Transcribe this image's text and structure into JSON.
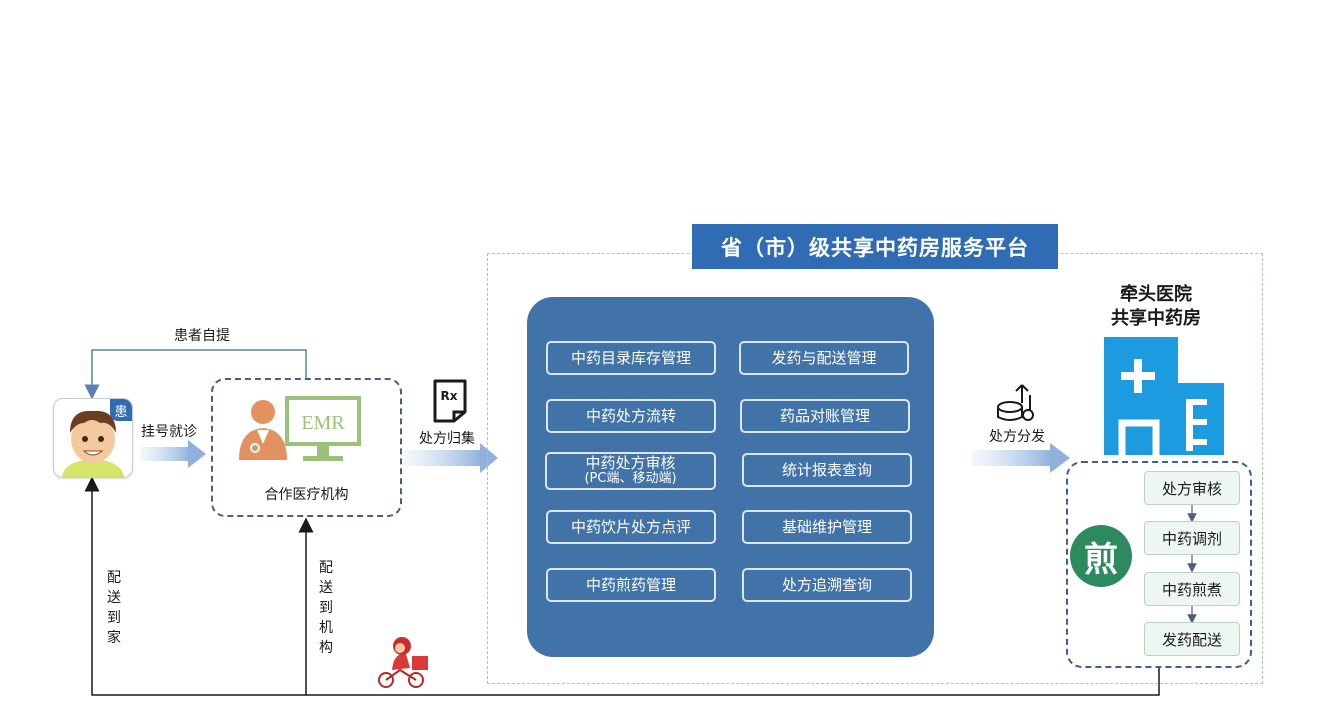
{
  "platform": {
    "title": "省（市）级共享中药房服务平台"
  },
  "modules": {
    "catalog": "中药目录库存管理",
    "dispatch": "发药与配送管理",
    "flow": "中药处方流转",
    "reconcile": "药品对账管理",
    "review": "中药处方审核",
    "review_sub": "(PC端、移动端)",
    "stats": "统计报表查询",
    "comment": "中药饮片处方点评",
    "maintenance": "基础维护管理",
    "decoction": "中药煎药管理",
    "trace": "处方追溯查询"
  },
  "patient": {
    "badge": "患"
  },
  "labels": {
    "self_pickup": "患者自提",
    "register": "挂号就诊",
    "institution": "合作医疗机构",
    "emr": "EMR",
    "rx": "Rx",
    "collect": "处方归集",
    "distribute": "处方分发",
    "deliver_home": [
      "配",
      "送",
      "到",
      "家"
    ],
    "deliver_inst": [
      "配",
      "送",
      "到",
      "机",
      "构"
    ]
  },
  "hospital": {
    "line1": "牵头医院",
    "line2": "共享中药房"
  },
  "process": {
    "icon_char": "煎",
    "steps": [
      "处方审核",
      "中药调剂",
      "中药煎煮",
      "发药配送"
    ]
  }
}
